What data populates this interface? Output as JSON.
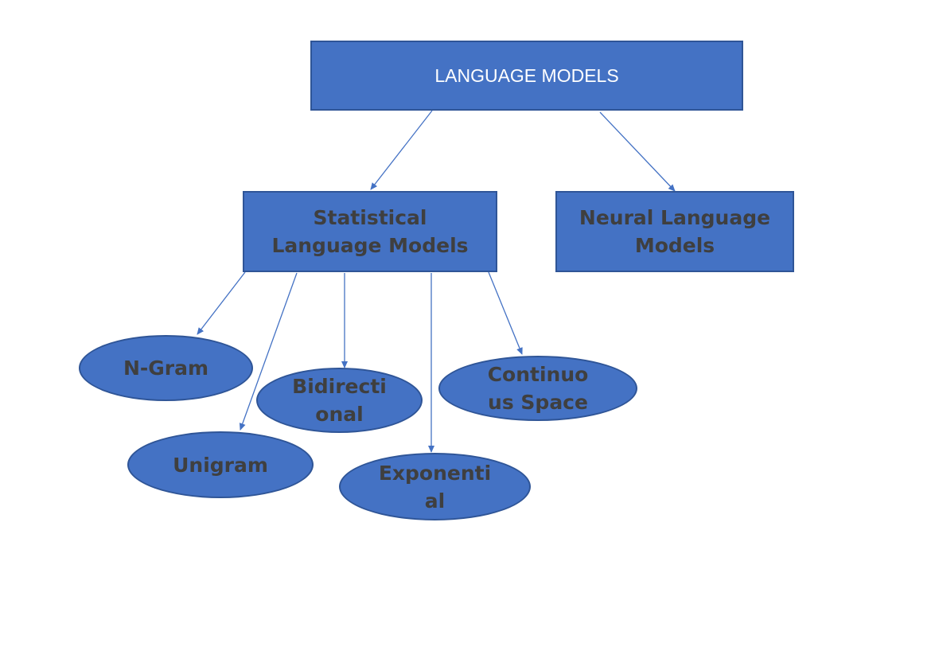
{
  "colors": {
    "fill": "#4472c4",
    "border": "#2f5597",
    "root_text": "#ffffff",
    "node_text": "#3f3f3f",
    "arrow": "#4472c4"
  },
  "root": {
    "label": "LANGUAGE MODELS"
  },
  "categories": {
    "statistical": "Statistical\nLanguage Models",
    "neural": "Neural Language\nModels"
  },
  "techniques": {
    "ngram": "N-Gram",
    "unigram": "Unigram",
    "bidirectional": "Bidirecti\nonal",
    "exponential": "Exponenti\nal",
    "continuous": "Continuo\nus Space"
  }
}
